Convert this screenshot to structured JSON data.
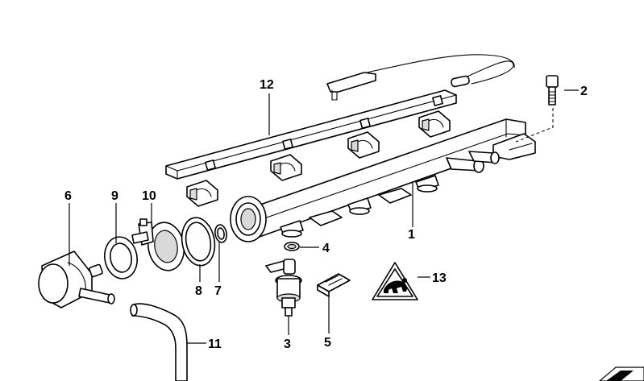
{
  "callouts": {
    "c1": "1",
    "c2": "2",
    "c3": "3",
    "c4": "4",
    "c5": "5",
    "c6": "6",
    "c7": "7",
    "c8": "8",
    "c9": "9",
    "c10": "10",
    "c11": "11",
    "c12": "12",
    "c13": "13"
  },
  "icons": {
    "warning_triangle": "warning-triangle-animal-icon",
    "corner_logo": "corner-logo"
  },
  "colors": {
    "line": "#000000",
    "background": "#ffffff",
    "shade": "#d9d9d9"
  }
}
